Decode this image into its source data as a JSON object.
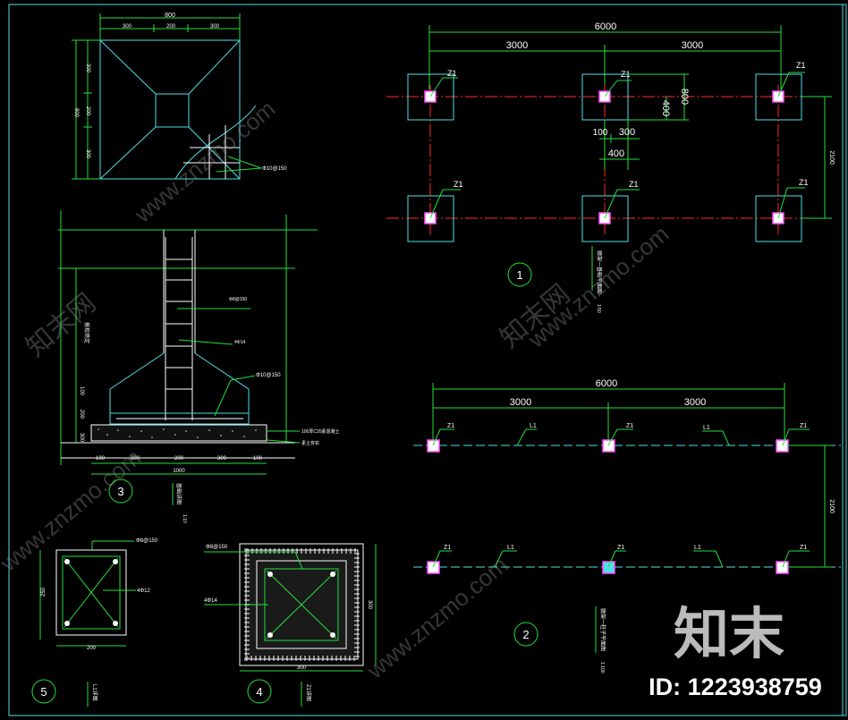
{
  "plan1": {
    "dim_total": "6000",
    "dim_left": "3000",
    "dim_right": "3000",
    "dim_800": "800",
    "dim_400_vert": "400",
    "dim_100": "100",
    "dim_300": "300",
    "dim_400": "400",
    "dim_2100": "2100",
    "labels": [
      "Z1",
      "Z1",
      "Z1",
      "Z1",
      "Z1",
      "Z1"
    ],
    "detail_no": "1",
    "caption": "廊架一基础平面图",
    "scale": "1:50"
  },
  "plan2": {
    "dim_total": "6000",
    "dim_left": "3000",
    "dim_right": "3000",
    "dim_2100": "2100",
    "col_labels": [
      "Z1",
      "Z1",
      "Z1",
      "Z1",
      "Z1",
      "Z1"
    ],
    "beam_labels": [
      "L1",
      "L1",
      "L1",
      "L1"
    ],
    "detail_no": "2",
    "caption": "廊架一柱子平面图",
    "scale": "1:100"
  },
  "footing_plan": {
    "dim_800": "800",
    "dims_top": [
      "300",
      "200",
      "300"
    ],
    "dim_left": "800",
    "dims_left": [
      "300",
      "200",
      "300"
    ],
    "rebar": "Φ10@150"
  },
  "section3": {
    "detail_no": "3",
    "caption": "基础详图",
    "scale": "1:10",
    "side_label": "按现场定",
    "note_a": "Φ8@150",
    "note_b": "4Φ14",
    "note_c": "Φ10@150",
    "note_d": "100厚C20素混凝土",
    "note_e": "素土夯实",
    "dims_bottom": [
      "100",
      "300",
      "200",
      "300",
      "100"
    ],
    "dim_1000": "1000",
    "dims_left": [
      "100",
      "200",
      "300"
    ]
  },
  "detail5": {
    "detail_no": "5",
    "caption": "L1详图",
    "stirrup": "Φ8@150",
    "bars": "4Φ12",
    "dim_h": "250",
    "dim_w": "200"
  },
  "detail4": {
    "detail_no": "4",
    "caption": "Z1详图",
    "stirrup": "Φ8@150",
    "bars": "4Φ14",
    "dim_h": "300",
    "dim_w": "300"
  },
  "watermark": {
    "logo": "知末",
    "id_text": "ID: 1223938759",
    "url": "www.znzmo.com",
    "brand": "知末网"
  }
}
